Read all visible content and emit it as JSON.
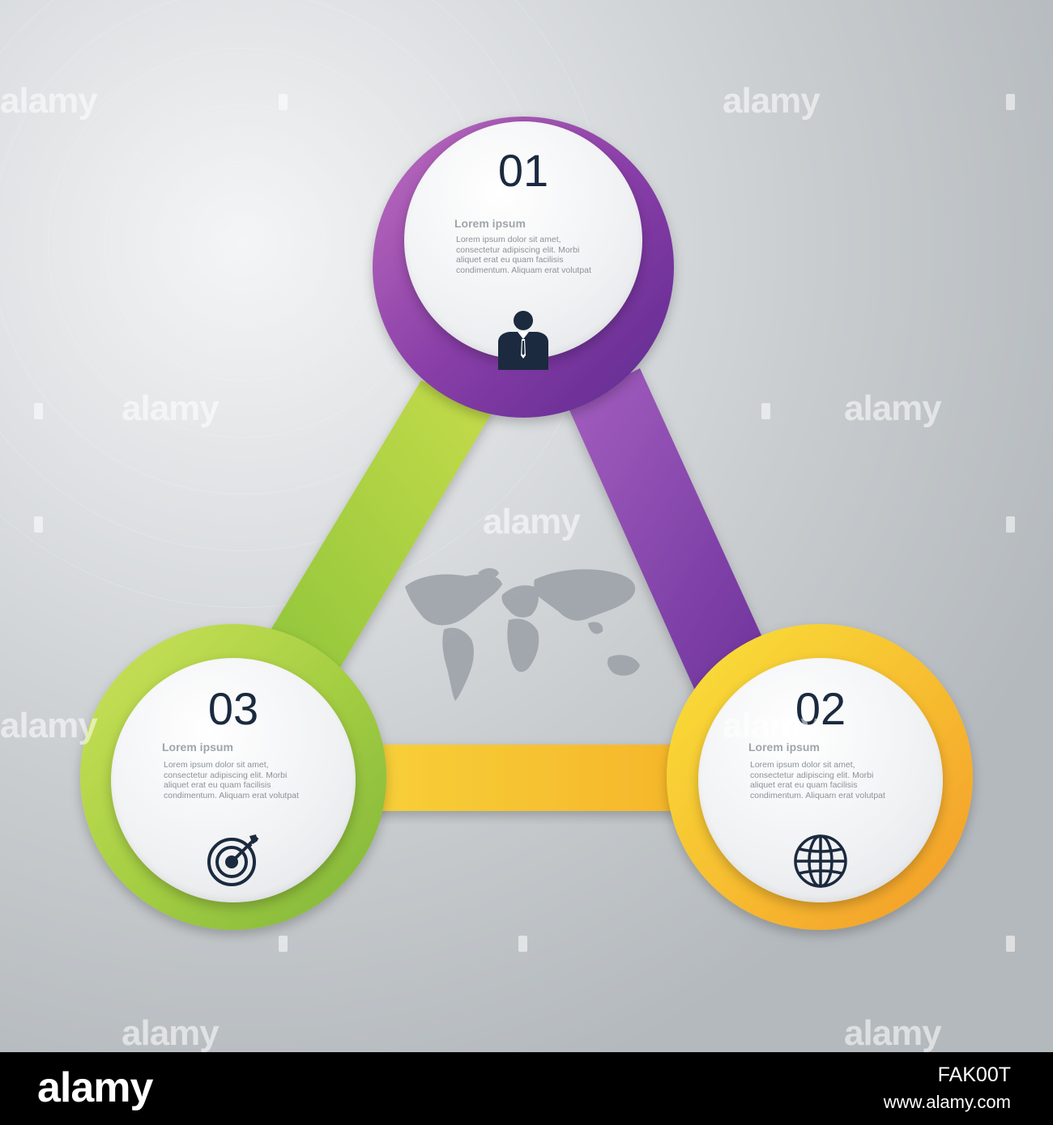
{
  "steps": [
    {
      "number": "01",
      "title": "Lorem ipsum",
      "body": "Lorem ipsum dolor sit amet, consectetur adipiscing elit. Morbi aliquet erat eu quam facilisis condimentum. Aliquam erat volutpat",
      "icon": "businessman-icon",
      "color": "#7b3fa0"
    },
    {
      "number": "02",
      "title": "Lorem ipsum",
      "body": "Lorem ipsum dolor sit amet, consectetur adipiscing elit. Morbi aliquet erat eu quam facilisis condimentum. Aliquam erat volutpat",
      "icon": "globe-icon",
      "color": "#f6b72a"
    },
    {
      "number": "03",
      "title": "Lorem ipsum",
      "body": "Lorem ipsum dolor sit amet, consectetur adipiscing elit. Morbi aliquet erat eu quam facilisis condimentum. Aliquam erat volutpat",
      "icon": "target-icon",
      "color": "#9ccb3b"
    }
  ],
  "center_graphic": "world-map-icon",
  "watermark": {
    "text": "alamy"
  },
  "footer": {
    "logo": "alamy",
    "image_id": "FAK00T",
    "url": "www.alamy.com"
  }
}
